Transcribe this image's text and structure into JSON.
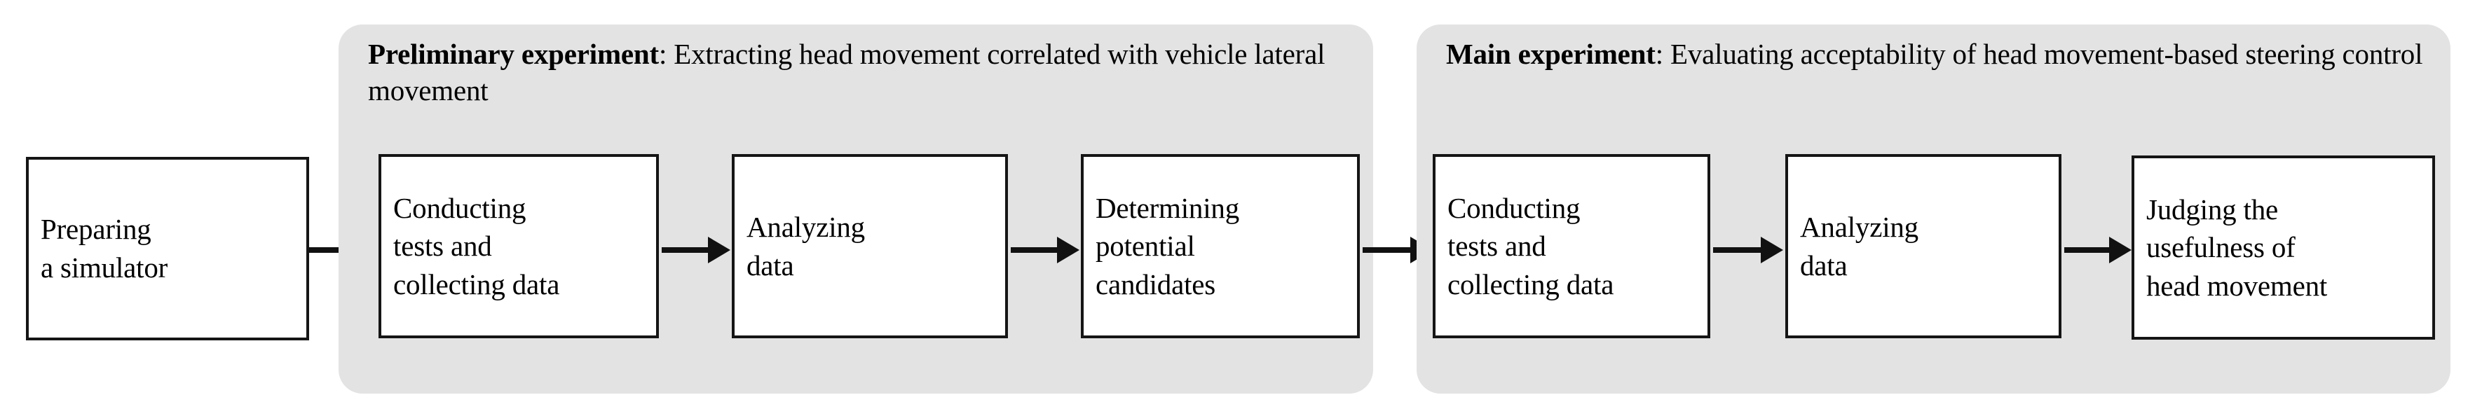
{
  "figure": {
    "type": "flowchart",
    "orientation": "left-to-right",
    "background_color": "#ffffff",
    "panel_color": "#e3e3e3",
    "box_border_color": "#151515",
    "box_fill_color": "#ffffff",
    "arrow_color": "#111111"
  },
  "nodes": {
    "preparing_simulator": "Preparing\na simulator",
    "prelim_conducting": "Conducting\ntests and\ncollecting data",
    "prelim_analyzing": "Analyzing\ndata",
    "prelim_determining": "Determining\npotential\ncandidates",
    "main_conducting": "Conducting\ntests and\ncollecting data",
    "main_analyzing": "Analyzing\ndata",
    "main_judging": "Judging the\nusefulness of\nhead movement"
  },
  "panels": {
    "preliminary": {
      "title_strong": "Preliminary experiment",
      "title_rest": ": Extracting head movement correlated with vehicle lateral movement"
    },
    "main": {
      "title_strong": "Main experiment",
      "title_rest": ": Evaluating acceptability of head movement-based steering control"
    }
  }
}
